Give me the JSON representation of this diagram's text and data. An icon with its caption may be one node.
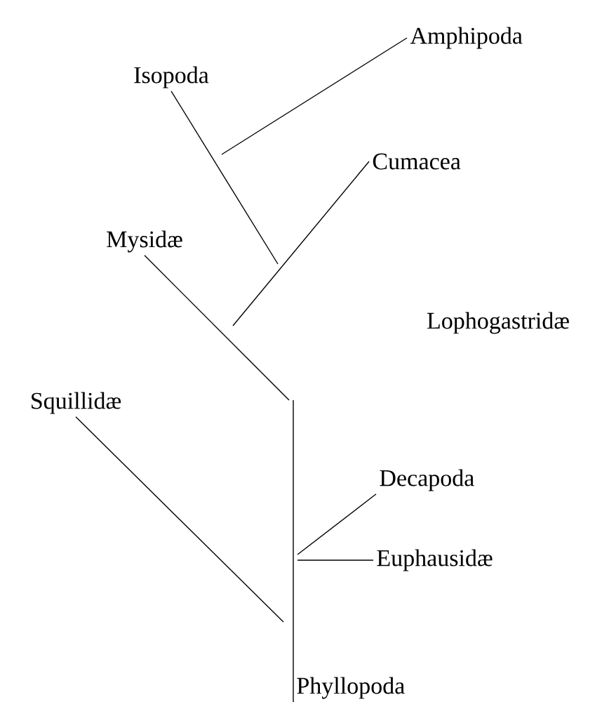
{
  "diagram": {
    "nodes": [
      {
        "text": [
          "Amphipoda"
        ]
      },
      {
        "text": [
          "Isopoda"
        ]
      },
      {
        "text": [
          "Cumacea"
        ]
      },
      {
        "text": [
          "Mysidæ"
        ]
      },
      {
        "text": [
          "Squillidæ"
        ]
      },
      {
        "text": [
          "Decapoda"
        ]
      },
      {
        "text": [
          "Euphausidæ"
        ]
      },
      {
        "text": [
          "Phyllopoda"
        ]
      }
    ],
    "edges": [
      {
        "from": 0,
        "to": null,
        "arrow": "none"
      },
      {
        "from": 1,
        "to": null,
        "arrow": "none"
      },
      {
        "from": 2,
        "to": null,
        "arrow": "none"
      },
      {
        "from": 3,
        "to": null,
        "arrow": "none"
      },
      {
        "from": 4,
        "to": null,
        "arrow": "none"
      },
      {
        "from": 5,
        "to": null,
        "arrow": "none"
      },
      {
        "from": 6,
        "to": null,
        "arrow": "none"
      },
      {
        "from": 7,
        "to": null,
        "arrow": "none"
      }
    ],
    "labels": [
      "Lophogastridæ"
    ]
  }
}
